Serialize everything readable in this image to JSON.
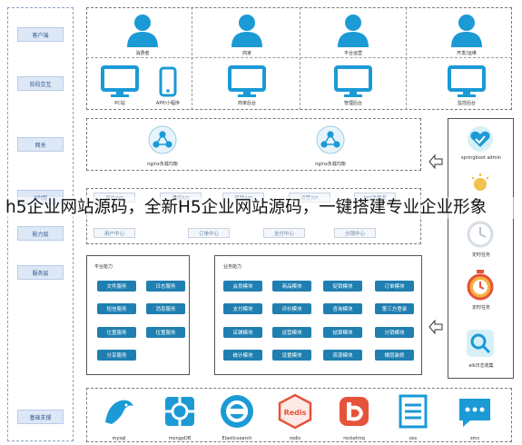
{
  "layers": {
    "client": "客户端",
    "frontend": "前段交互",
    "gateway": "网关",
    "api": "API层",
    "capability": "能力层",
    "service": "服务层",
    "infra": "基础支撑"
  },
  "clients": [
    "消费者",
    "商家",
    "平台运营",
    "开发/运维"
  ],
  "frontends": [
    "PC站",
    "APP/小程序",
    "商家后台",
    "管理后台",
    "监控后台"
  ],
  "gateways": [
    "nginx负载均衡",
    "nginx负载均衡"
  ],
  "api_chips_row1": [
    "用户API",
    "通用API",
    "促销API",
    "运营API",
    "MQ消费者"
  ],
  "api_chips_row2": [
    "用户中心",
    "订单中心",
    "支付中心",
    "分销中心"
  ],
  "platform": {
    "title": "平台能力",
    "items": [
      "文件服务",
      "日志服务",
      "短信服务",
      "消息服务",
      "位置服务",
      "位置服务",
      "分享服务"
    ]
  },
  "business": {
    "title": "业务能力",
    "items": [
      "会员模块",
      "商品模块",
      "促销模块",
      "订单模块",
      "支付模块",
      "评价模块",
      "咨询模块",
      "第三方登录",
      "店铺模块",
      "运营模块",
      "结算模块",
      "分销模块",
      "统计模块",
      "设置模块",
      "资源模块",
      "楼层装修"
    ]
  },
  "right_tools": [
    "springboot admin",
    "",
    "定时任务",
    "定时任务",
    "elk日志收集"
  ],
  "infra": [
    "mysql",
    "mongoDB",
    "Elasticsearch",
    "redis",
    "rocketmq",
    "oss",
    "sms"
  ],
  "overlay_text": "h5企业网站源码，全新H5企业网站源码，一键搭建专业企业形象",
  "colors": {
    "accent": "#1f7fb0",
    "icon": "#1b9ad6",
    "label_bg": "#dde8f6"
  }
}
